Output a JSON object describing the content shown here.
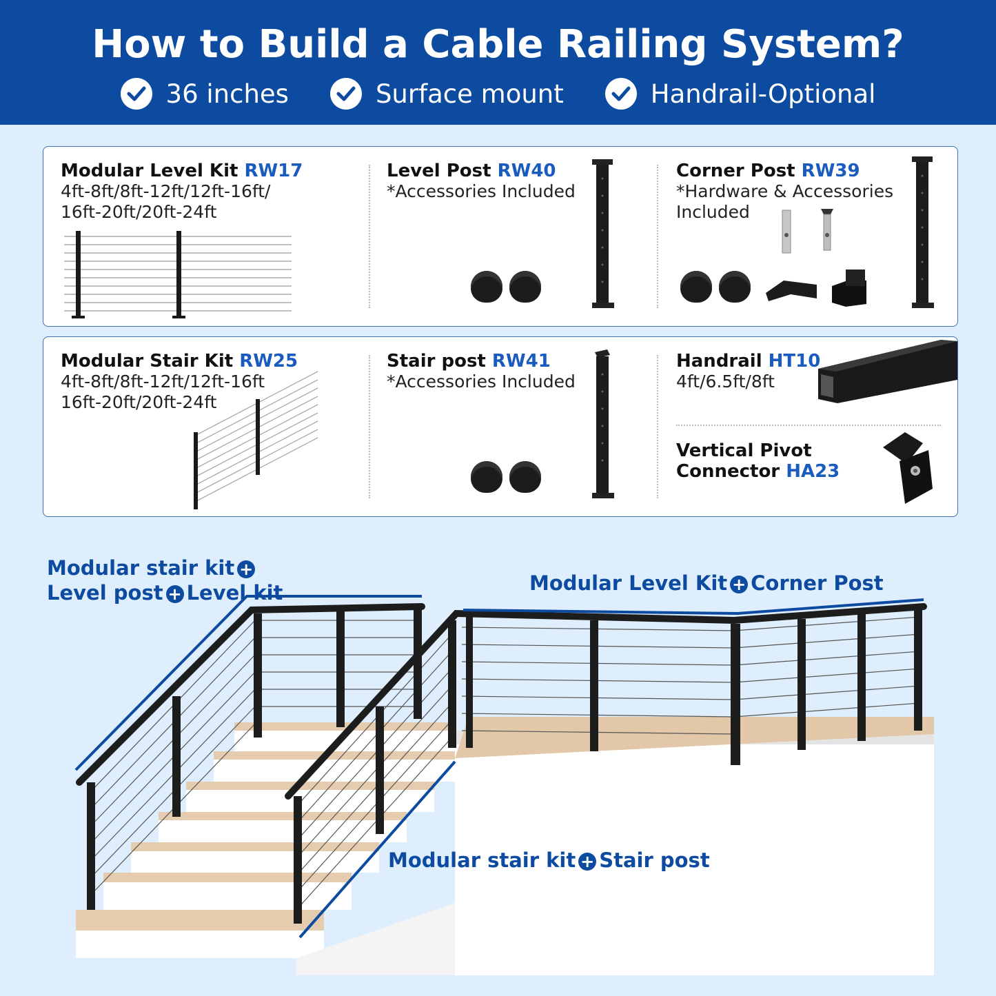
{
  "header": {
    "title": "How to Build a Cable Railing System?",
    "features": [
      "36 inches",
      "Surface mount",
      "Handrail-Optional"
    ]
  },
  "panel1": {
    "level_kit": {
      "name": "Modular Level Kit ",
      "code": "RW17",
      "sizes_line1": "4ft-8ft/8ft-12ft/12ft-16ft/",
      "sizes_line2": "16ft-20ft/20ft-24ft"
    },
    "level_post": {
      "name": "Level Post ",
      "code": "RW40",
      "note": "*Accessories Included"
    },
    "corner_post": {
      "name": "Corner Post ",
      "code": "RW39",
      "note_line1": "*Hardware & Accessories",
      "note_line2": " Included"
    }
  },
  "panel2": {
    "stair_kit": {
      "name": "Modular Stair Kit ",
      "code": "RW25",
      "sizes_line1": "4ft-8ft/8ft-12ft/12ft-16ft",
      "sizes_line2": "16ft-20ft/20ft-24ft"
    },
    "stair_post": {
      "name": "Stair post ",
      "code": "RW41",
      "note": "*Accessories Included"
    },
    "handrail": {
      "name": "Handrail ",
      "code": "HT10",
      "sizes": "4ft/6.5ft/8ft"
    },
    "pivot": {
      "name_line1": "Vertical Pivot",
      "name_line2": "Connector ",
      "code": "HA23"
    }
  },
  "callouts": {
    "left_line1a": "Modular stair kit",
    "left_line2a": "Level post",
    "left_line2b": "Level kit",
    "right_a": "Modular Level Kit",
    "right_b": "Corner Post",
    "bottom_a": "Modular stair kit",
    "bottom_b": "Stair post"
  },
  "colors": {
    "brand_blue": "#0d4ba0",
    "code_blue": "#1a5bbf",
    "background": "#dfeefd"
  }
}
